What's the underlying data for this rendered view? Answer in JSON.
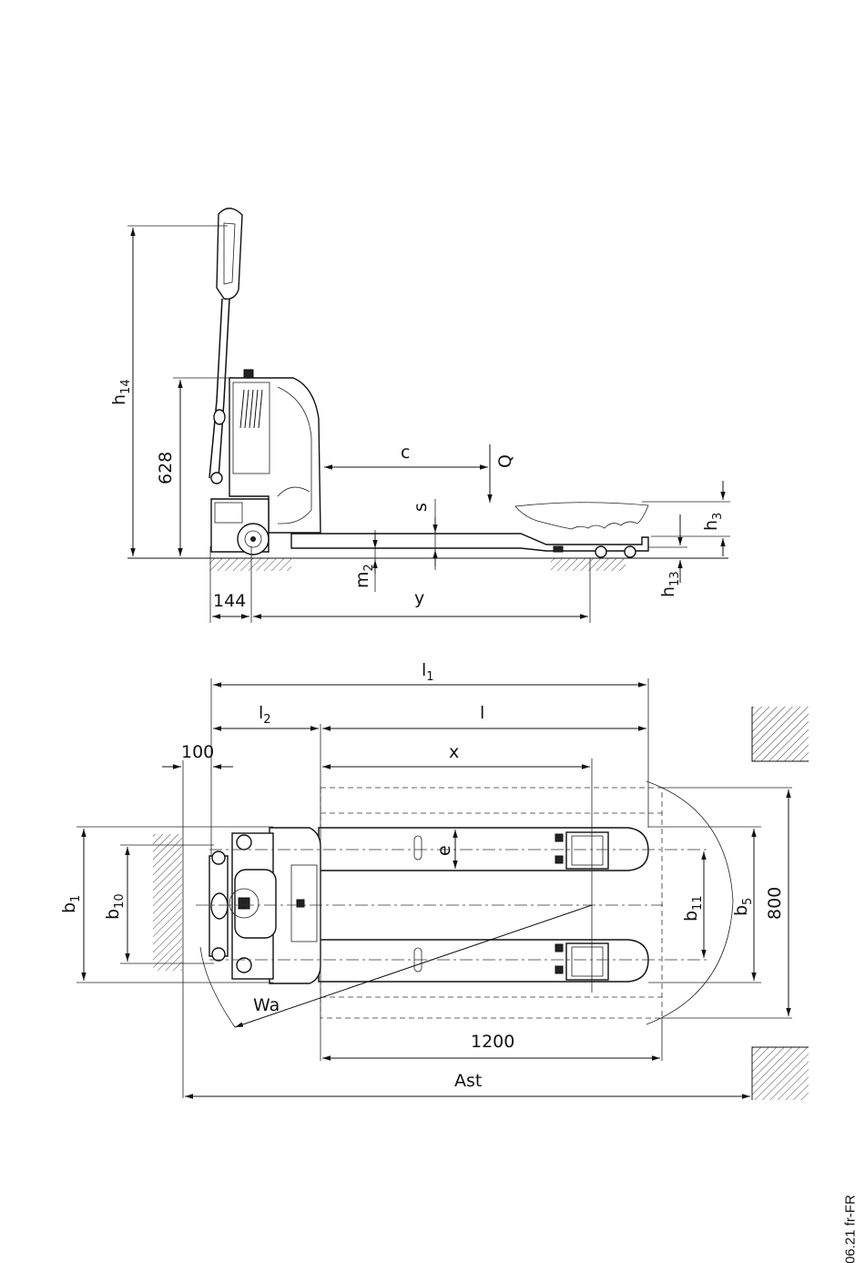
{
  "side_view": {
    "labels": {
      "h14": {
        "main": "h",
        "sub": "14"
      },
      "d628": "628",
      "c": "c",
      "Q": "Q",
      "s": "s",
      "h3": {
        "main": "h",
        "sub": "3"
      },
      "m2": {
        "main": "m",
        "sub": "2"
      },
      "h13": {
        "main": "h",
        "sub": "13"
      },
      "d144": "144",
      "y": "y"
    }
  },
  "top_view": {
    "labels": {
      "l1": {
        "main": "l",
        "sub": "1"
      },
      "l2": {
        "main": "l",
        "sub": "2"
      },
      "l": "l",
      "d100": "100",
      "x": "x",
      "e": "e",
      "b1": {
        "main": "b",
        "sub": "1"
      },
      "b10": {
        "main": "b",
        "sub": "10"
      },
      "b11": {
        "main": "b",
        "sub": "11"
      },
      "b5": {
        "main": "b",
        "sub": "5"
      },
      "d800": "800",
      "Wa": "Wa",
      "d1200": "1200",
      "Ast": "Ast"
    }
  },
  "footer": {
    "code": "06.21 fr-FR"
  }
}
